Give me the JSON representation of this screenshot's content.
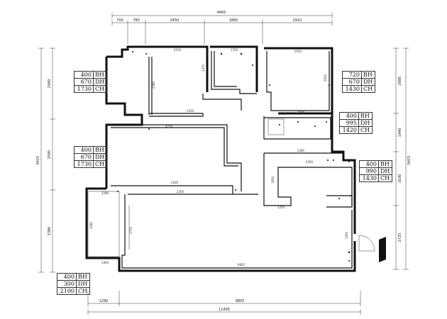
{
  "top_dims": {
    "total": "9465",
    "segments": [
      "700",
      "780",
      "2450",
      "1860",
      "2910"
    ]
  },
  "bottom_dims": {
    "total": "11495",
    "segments": [
      "1290",
      "9805"
    ]
  },
  "left_dims": {
    "total": "9415",
    "segments": [
      "2940",
      "2595",
      "3380"
    ]
  },
  "right_dims": {
    "total": "9415",
    "segments": [
      "2885",
      "1440",
      "1630",
      "2725"
    ]
  },
  "interior_dims": {
    "bedroom_top": "2410",
    "study_top": "1750",
    "bed2_top": "2910",
    "bed2_side": "1920",
    "bedroom_side": "2280",
    "hall_mid": "2350",
    "hall_top": "2920",
    "bath_top": "2280",
    "kitchen_top": "2450",
    "kitchen_in": "1950",
    "living_top": "4230",
    "living_mid": "2200",
    "living_left": "3710",
    "living_bottom": "9805",
    "living_side": "1950",
    "balcony_w": "1290",
    "balcony_h": "3280",
    "kitchen_bottom": "1250",
    "corridor": "2200",
    "hall_left": "1400",
    "step": "1470"
  },
  "tables": [
    {
      "rows": [
        [
          "400",
          "BH"
        ],
        [
          "670",
          "DH"
        ],
        [
          "1730",
          "CH"
        ]
      ]
    },
    {
      "rows": [
        [
          "720",
          "BH"
        ],
        [
          "670",
          "DH"
        ],
        [
          "1430",
          "CH"
        ]
      ]
    },
    {
      "rows": [
        [
          "400",
          "BH"
        ],
        [
          "995",
          "DH"
        ],
        [
          "1420",
          "CH"
        ]
      ]
    },
    {
      "rows": [
        [
          "400",
          "BH"
        ],
        [
          "670",
          "DH"
        ],
        [
          "1730",
          "CH"
        ]
      ]
    },
    {
      "rows": [
        [
          "400",
          "BH"
        ],
        [
          "990",
          "DH"
        ],
        [
          "1430",
          "CH"
        ]
      ]
    },
    {
      "rows": [
        [
          "400",
          "BH"
        ],
        [
          "300",
          "DH"
        ],
        [
          "2100",
          "CH"
        ]
      ]
    }
  ]
}
